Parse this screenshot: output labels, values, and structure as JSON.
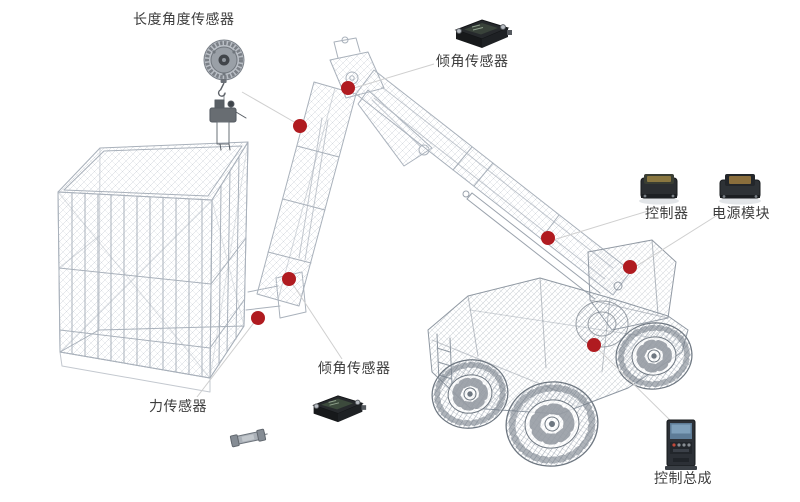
{
  "callouts": [
    {
      "id": "length-angle-sensor",
      "label": "长度角度传感器"
    },
    {
      "id": "tilt-sensor-top",
      "label": "倾角传感器"
    },
    {
      "id": "controller",
      "label": "控制器"
    },
    {
      "id": "power-module",
      "label": "电源模块"
    },
    {
      "id": "tilt-sensor-bottom",
      "label": "倾角传感器"
    },
    {
      "id": "force-sensor",
      "label": "力传感器"
    },
    {
      "id": "control-assembly",
      "label": "控制总成"
    }
  ],
  "markers": {
    "count": 7,
    "color": "#b01b20"
  },
  "colors": {
    "connector_line": "#cfcfcf",
    "wireframe": "#a9b1bb",
    "wireframe_dark": "#8f98a2",
    "label_text": "#3d3d3d",
    "background": "#ffffff"
  }
}
